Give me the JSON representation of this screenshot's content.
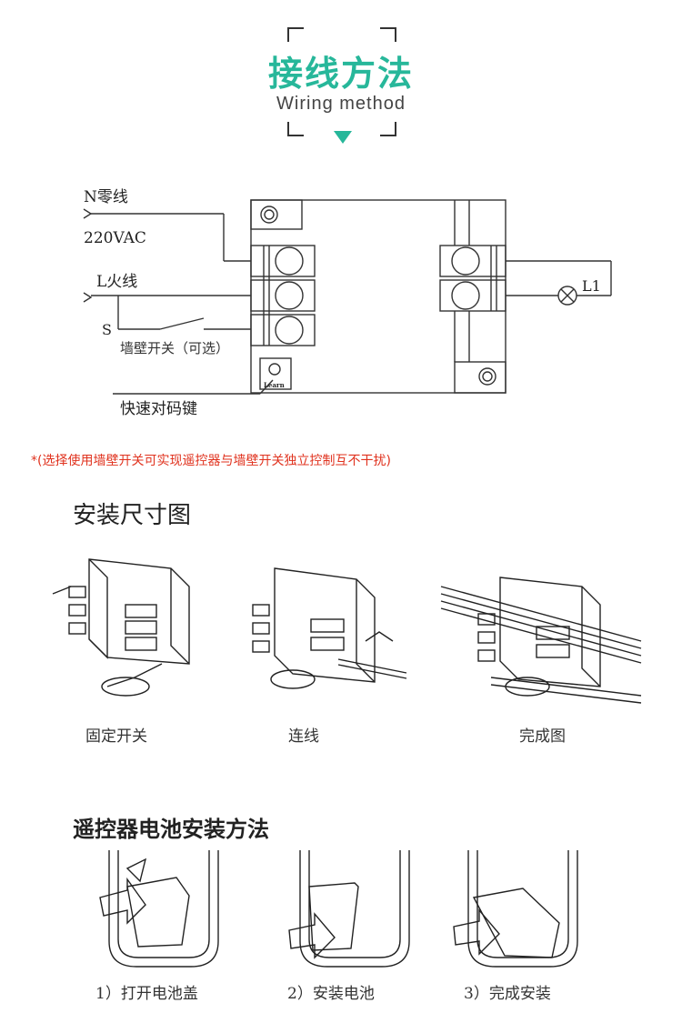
{
  "header": {
    "title_cn": "接线方法",
    "title_en": "Wiring method",
    "accent_color": "#27b79a"
  },
  "wiring": {
    "neutral_label": "N零线",
    "voltage_label": "220VAC",
    "live_label": "L火线",
    "switch_label": "S",
    "wall_switch_label": "墙壁开关（可选）",
    "learn_label": "Learn",
    "quick_pair_label": "快速对码键",
    "lamp_label": "L1"
  },
  "note": {
    "text": "*(选择使用墙壁开关可实现遥控器与墙壁开关独立控制互不干扰)",
    "color": "#e0321e"
  },
  "install": {
    "title": "安装尺寸图",
    "steps": [
      "固定开关",
      "连线",
      "完成图"
    ]
  },
  "battery": {
    "title": "遥控器电池安装方法",
    "steps": [
      "1）打开电池盖",
      "2）安装电池",
      "3）完成安装"
    ]
  }
}
